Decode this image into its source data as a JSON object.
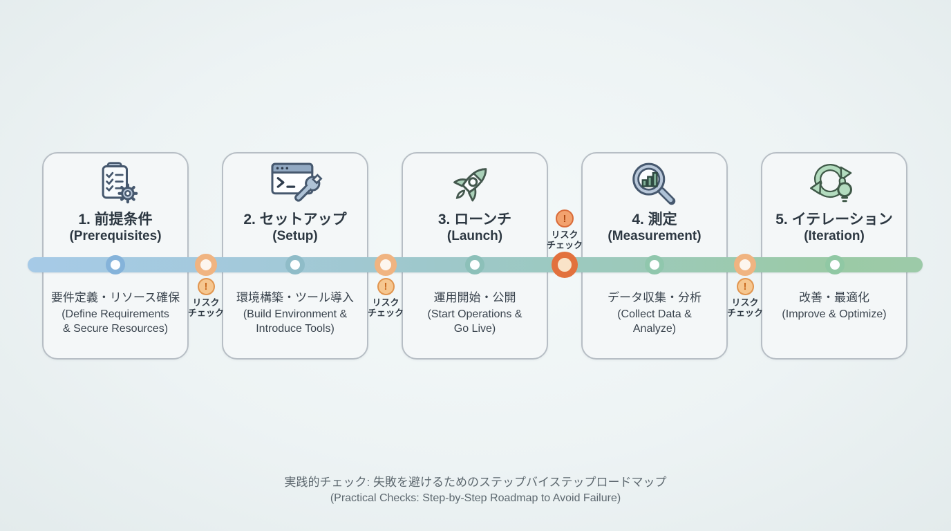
{
  "diagram": {
    "caption_jp": "実践的チェック: 失敗を避けるためのステップバイステップロードマップ",
    "caption_en": "(Practical Checks: Step-by-Step Roadmap to Avoid Failure)"
  },
  "steps": [
    {
      "icon": "clipboard-checklist-gear-icon",
      "title_jp": "1. 前提条件",
      "title_en": "(Prerequisites)",
      "desc_jp": "要件定義・リソース確保",
      "desc_en": "(Define Requirements\n& Secure Resources)",
      "accent_color": "#85b3da"
    },
    {
      "icon": "terminal-window-wrench-icon",
      "title_jp": "2. セットアップ",
      "title_en": "(Setup)",
      "desc_jp": "環境構築・ツール導入",
      "desc_en": "(Build Environment &\nIntroduce Tools)",
      "accent_color": "#8fbcc8"
    },
    {
      "icon": "rocket-icon",
      "title_jp": "3. ローンチ",
      "title_en": "(Launch)",
      "desc_jp": "運用開始・公開",
      "desc_en": "(Start Operations &\nGo Live)",
      "accent_color": "#8cc0b9"
    },
    {
      "icon": "magnifier-bar-chart-icon",
      "title_jp": "4. 測定",
      "title_en": "(Measurement)",
      "desc_jp": "データ収集・分析",
      "desc_en": "(Collect Data &\nAnalyze)",
      "accent_color": "#90c7ad"
    },
    {
      "icon": "cycle-arrows-lightbulb-icon",
      "title_jp": "5. イテレーション",
      "title_en": "(Iteration)",
      "desc_jp": "改善・最適化",
      "desc_en": "(Improve & Optimize)",
      "accent_color": "#90c8a4"
    }
  ],
  "risk_checks": [
    {
      "label": "リスク\nチェック",
      "badge_mark": "!",
      "emphasized": false
    },
    {
      "label": "リスク\nチェック",
      "badge_mark": "!",
      "emphasized": false
    },
    {
      "label": "リスク\nチェック",
      "badge_mark": "!",
      "emphasized": true
    },
    {
      "label": "リスク\nチェック",
      "badge_mark": "!",
      "emphasized": false
    }
  ],
  "colors": {
    "background": "#edf3f4",
    "card_background": "#f4f7f8",
    "card_border": "#b7bec5",
    "title_text": "#2d3842",
    "desc_text": "#39434d",
    "caption_text": "#5d686f",
    "timeline_gradient": [
      "#a6cae7",
      "#9ec8cb",
      "#9bcaa6"
    ],
    "risk_ring": "#f0b481",
    "risk_ring_emphasized": "#e2713d",
    "risk_badge_bg": "#f6c790",
    "risk_badge_border": "#e1954f",
    "risk_badge_mark": "#c96a1f"
  }
}
